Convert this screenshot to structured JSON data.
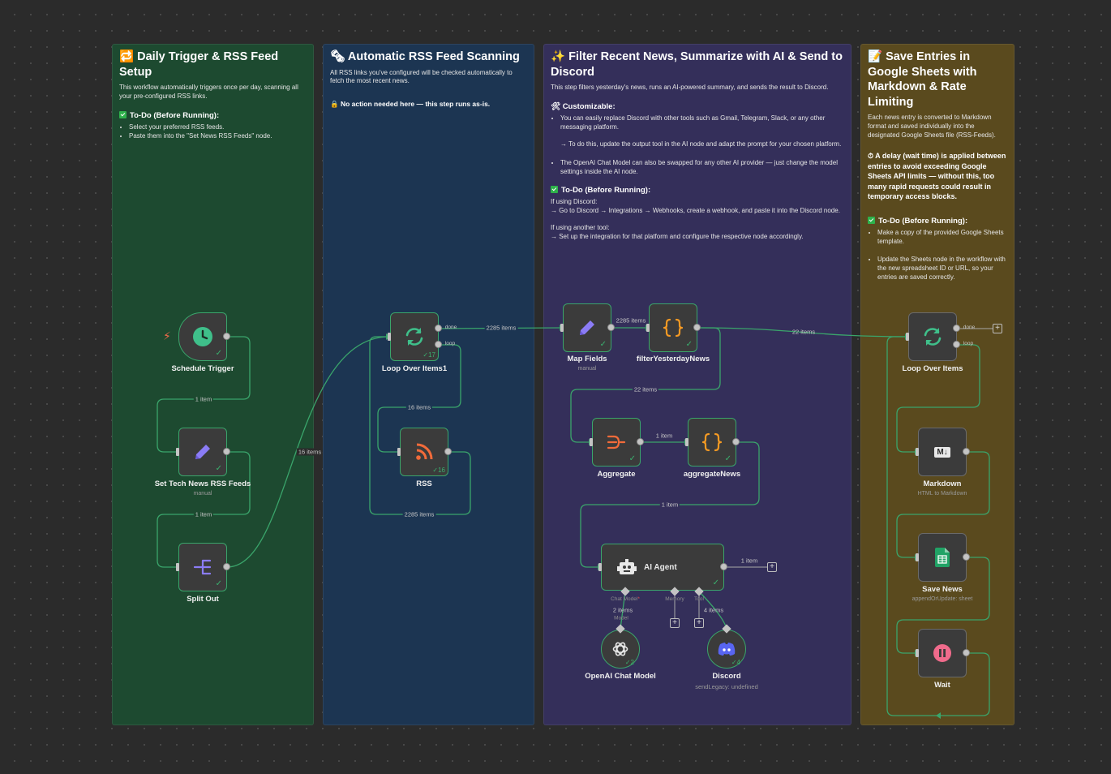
{
  "stickies": {
    "daily": {
      "emoji": "🔁",
      "title": "Daily Trigger & RSS Feed Setup",
      "description": "This workflow automatically triggers once per day, scanning all your pre-configured RSS links.",
      "todo_title": "To-Do (Before Running):",
      "todo_items": [
        "Select your preferred RSS feeds.",
        "Paste them into the \"Set News RSS Feeds\" node."
      ]
    },
    "scan": {
      "emoji": "🗞",
      "title": "Automatic RSS Feed Scanning",
      "description": "All RSS links you've configured will be checked automatically to fetch the most recent news.",
      "note": "🔒 No action needed here — this step runs as-is."
    },
    "filter": {
      "emoji": "✨",
      "title": "Filter Recent News, Summarize with AI & Send to Discord",
      "description": "This step filters yesterday's news, runs an AI-powered summary, and sends the result to Discord.",
      "custom_title": "🛠 Customizable:",
      "custom_item1": "You can easily replace Discord with other tools such as Gmail, Telegram, Slack, or any other messaging platform.",
      "custom_item1b": "→ To do this, update the output tool in the AI node and adapt the prompt for your chosen platform.",
      "custom_item2": "The OpenAI Chat Model can also be swapped for any other AI provider — just change the model settings inside the AI node.",
      "todo_title": "To-Do (Before Running):",
      "discord_if": "If using Discord:",
      "discord_step": "→ Go to Discord → Integrations → Webhooks, create a webhook, and paste it into the Discord node.",
      "other_if": "If using another tool:",
      "other_step": "→ Set up the integration for that platform and configure the respective node accordingly."
    },
    "save": {
      "emoji": "📝",
      "title": "Save Entries in Google Sheets with Markdown & Rate Limiting",
      "description": "Each news entry is converted to Markdown format and saved individually into the designated Google Sheets file (RSS-Feeds).",
      "delay_note": "⏱ A delay (wait time) is applied between entries to avoid exceeding Google Sheets API limits — without this, too many rapid requests could result in temporary access blocks.",
      "todo_title": "To-Do (Before Running):",
      "todo_items": [
        "Make a copy of the provided Google Sheets template.",
        "Update the Sheets node in the workflow with the new spreadsheet ID or URL, so your entries are saved correctly."
      ]
    }
  },
  "nodes": {
    "schedule": {
      "label": "Schedule Trigger",
      "icon": "clock-icon"
    },
    "set_feeds": {
      "label": "Set Tech News RSS Feeds",
      "sub": "manual",
      "icon": "pencil-icon"
    },
    "split": {
      "label": "Split Out",
      "icon": "split-icon"
    },
    "loop1": {
      "label": "Loop Over Items1",
      "count": "17",
      "done": "done",
      "loop": "loop",
      "icon": "refresh-icon"
    },
    "rss": {
      "label": "RSS",
      "count": "16",
      "icon": "rss-icon"
    },
    "map": {
      "label": "Map Fields",
      "sub": "manual",
      "icon": "pencil-icon"
    },
    "filter": {
      "label": "filterYesterdayNews",
      "icon": "code-braces-icon"
    },
    "aggregate": {
      "label": "Aggregate",
      "icon": "aggregate-icon"
    },
    "aggregate_news": {
      "label": "aggregateNews",
      "icon": "code-braces-icon"
    },
    "agent": {
      "label": "AI Agent",
      "icon": "robot-icon",
      "chat_model": "Chat Model",
      "memory": "Memory",
      "tool": "Tool"
    },
    "openai": {
      "label": "OpenAI Chat Model",
      "count": "2",
      "icon": "openai-icon"
    },
    "discord": {
      "label": "Discord",
      "sub": "sendLegacy: undefined",
      "count": "4",
      "icon": "discord-icon"
    },
    "loop2": {
      "label": "Loop Over Items",
      "done": "done",
      "loop": "loop",
      "icon": "refresh-icon"
    },
    "markdown": {
      "label": "Markdown",
      "sub": "HTML to Markdown",
      "icon": "markdown-icon",
      "badge": "M↓"
    },
    "sheets": {
      "label": "Save News",
      "sub": "appendOrUpdate: sheet",
      "icon": "google-sheets-icon"
    },
    "wait": {
      "label": "Wait",
      "icon": "pause-icon"
    }
  },
  "edges": {
    "e_sched_set": "1 item",
    "e_set_split": "1 item",
    "e_split_loop": "16 items",
    "e_loop_done": "2285 items",
    "e_loop_rss": "16 items",
    "e_rss_loop": "2285 items",
    "e_map_filter": "2285 items",
    "e_filter_loop2": "22 items",
    "e_filter_agg": "22 items",
    "e_agg_aggnews": "1 item",
    "e_aggnews_agent": "1 item",
    "e_agent_out": "1 item",
    "e_model": "2 items",
    "e_model_sub": "Model",
    "e_tool": "4 items"
  },
  "colors": {
    "daily_bg": "#1d4a30",
    "scan_bg": "#1c3552",
    "filter_bg": "#342f5a",
    "save_bg": "#5a4a1e",
    "success_edge": "#3aa56b",
    "icon_green": "#3fbf8a",
    "icon_purple": "#8b7cf6",
    "icon_orange": "#f59a23",
    "icon_rss": "#f26b3a",
    "icon_discord": "#5865f2",
    "icon_wait": "#f06b8c"
  }
}
